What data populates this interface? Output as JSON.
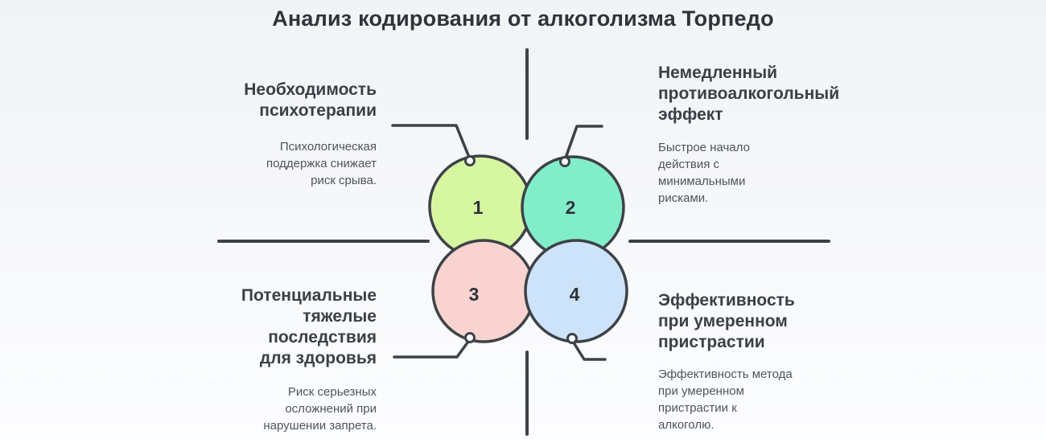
{
  "title": "Анализ кодирования от алкоголизма Торпедо",
  "colors": {
    "line": "#3d4247",
    "node_fill": "#fafbfc",
    "quadrant_1": "#d7f6a1",
    "quadrant_2": "#82eec9",
    "quadrant_3": "#f9d3cf",
    "quadrant_4": "#cde3fa"
  },
  "quadrants": [
    {
      "number": "1",
      "color": "#d7f6a1",
      "heading": "Необходимость\nпсихотерапии",
      "description": "Психологическая\nподдержка снижает\nриск срыва."
    },
    {
      "number": "2",
      "color": "#82eec9",
      "heading": "Немедленный\nпротивоалкогольный\nэффект",
      "description": "Быстрое начало\nдействия с\nминимальными\nрисками."
    },
    {
      "number": "3",
      "color": "#f9d3cf",
      "heading": "Потенциальные\nтяжелые\nпоследствия\nдля здоровья",
      "description": "Риск серьезных\nосложнений при\nнарушении запрета."
    },
    {
      "number": "4",
      "color": "#cde3fa",
      "heading": "Эффективность\nпри умеренном\nпристрастии",
      "description": "Эффективность метода\nпри умеренном\nпристрастии к\nалкоголю."
    }
  ]
}
